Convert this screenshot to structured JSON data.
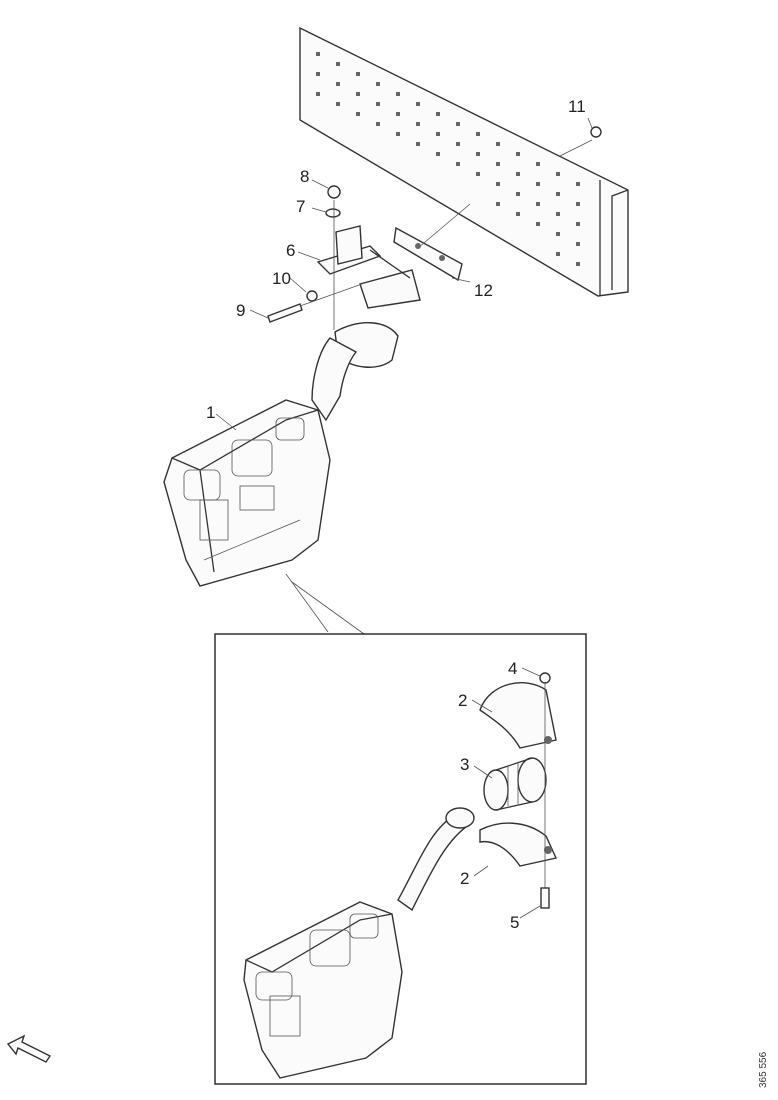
{
  "diagram": {
    "reference_code": "365 556",
    "callouts": {
      "c1": "1",
      "c2a": "2",
      "c2b": "2",
      "c3": "3",
      "c4": "4",
      "c5": "5",
      "c6": "6",
      "c7": "7",
      "c8": "8",
      "c9": "9",
      "c10": "10",
      "c11": "11",
      "c12": "12"
    },
    "icons": {
      "direction": "forward-arrow-icon"
    }
  }
}
